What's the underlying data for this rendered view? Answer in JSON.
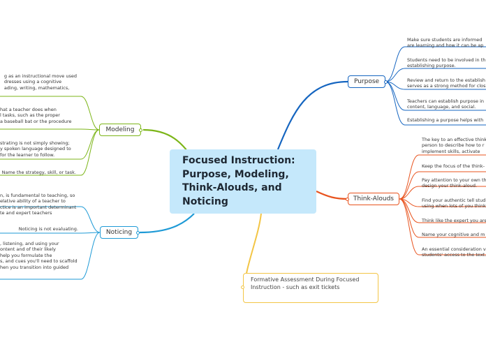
{
  "central": {
    "lines": [
      "Focused Instruction:",
      "Purpose, Modeling,",
      "Think-Alouds, and",
      "Noticing"
    ]
  },
  "topics": {
    "purpose": "Purpose",
    "modeling": "Modeling",
    "noticing": "Noticing",
    "think_alouds": "Think-Alouds"
  },
  "floating": [
    "Formative Assessment During Focused",
    "Instruction - such as exit tickets"
  ],
  "purpose_notes": [
    [
      "Make sure students are informed",
      "are learning and how it can be ap"
    ],
    [
      "Students need to be involved in th",
      "establishing purpose."
    ],
    [
      "Review and return to the establish",
      "serves as a strong method for clos"
    ],
    [
      "Teachers can establish purpose in",
      "content, language, and social."
    ],
    [
      "Establishing a purpose helps with"
    ]
  ],
  "think_alouds_notes": [
    [
      "The key to an effective think",
      "person to describe how to r",
      "implement skills, activate"
    ],
    [
      "Keep the focus of the think-"
    ],
    [
      "Pay attention to your own th",
      "design your think-aloud."
    ],
    [
      "Find your authentic tell stud",
      "using when lots of you think"
    ],
    [
      "Think like the expert you are"
    ],
    [
      "Name your cognitive and m"
    ],
    [
      "An essential consideration v",
      "students' access to the text."
    ]
  ],
  "modeling_notes": [
    [
      "g as an instructional move used",
      "dresses using a cognitive",
      "ading, writing, mathematics,"
    ],
    [
      "hat a teacher does when",
      "l tasks, such as the proper",
      "a baseball bat or the procedure"
    ],
    [
      "strating is not simply showing;",
      "y spoken language designed to",
      "for the learner to follow."
    ],
    [
      "Name the strategy, skill, or task."
    ]
  ],
  "noticing_notes": [
    [
      "n, is fundamental to teaching, so",
      "elative ability of a teacher to",
      "ctice is an important determinant",
      "te and expert teachers"
    ],
    [
      "Noticing is not evaluating."
    ],
    [
      ", listening, and using your",
      "ontent and of their likely",
      "help you formulate the",
      "s, and cues you'll need to scaffold",
      "hen you transition into guided"
    ]
  ],
  "colors": {
    "purpose": "#1565c0",
    "modeling": "#7cb518",
    "noticing": "#1e9ad6",
    "think_alouds": "#e8531e",
    "floating": "#f3c545",
    "central_fill": "#c5e8fb"
  }
}
